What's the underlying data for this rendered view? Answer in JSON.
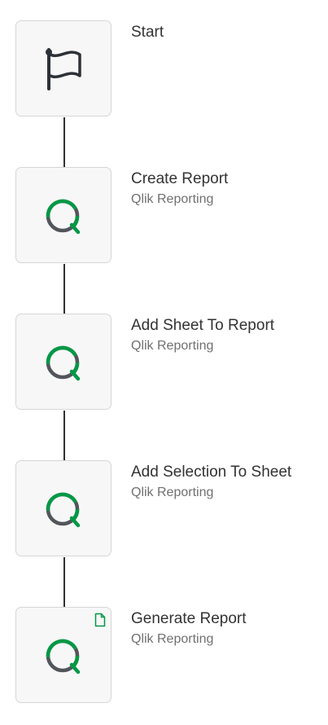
{
  "colors": {
    "block_bg": "#f7f7f7",
    "block_border": "#d6d6d6",
    "connector": "#2d3138",
    "qlik_green": "#009845",
    "qlik_dark": "#52565b",
    "title_text": "#333333",
    "subtitle_text": "#707070"
  },
  "steps": [
    {
      "title": "Start",
      "subtitle": "",
      "icon": "flag-icon"
    },
    {
      "title": "Create Report",
      "subtitle": "Qlik Reporting",
      "icon": "qlik-logo-icon"
    },
    {
      "title": "Add Sheet To Report",
      "subtitle": "Qlik Reporting",
      "icon": "qlik-logo-icon"
    },
    {
      "title": "Add Selection To Sheet",
      "subtitle": "Qlik Reporting",
      "icon": "qlik-logo-icon"
    },
    {
      "title": "Generate Report",
      "subtitle": "Qlik Reporting",
      "icon": "qlik-logo-icon",
      "badge": "document-icon"
    }
  ]
}
